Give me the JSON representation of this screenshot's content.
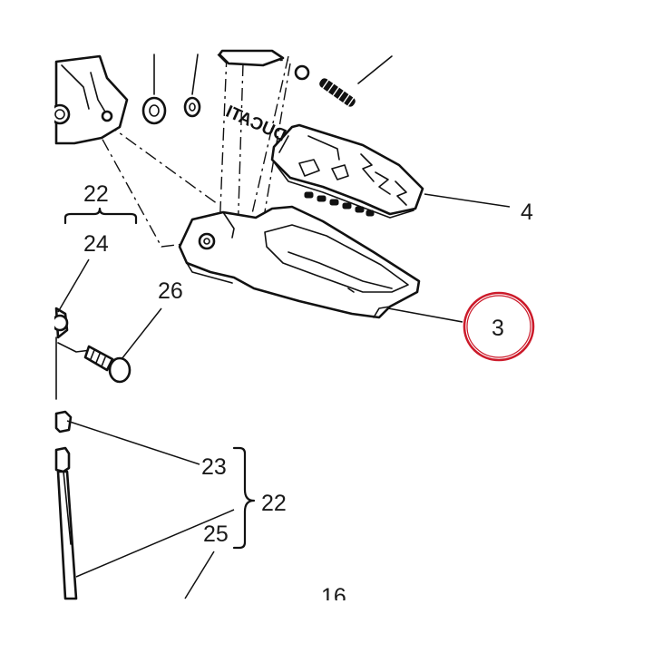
{
  "diagram": {
    "labels": {
      "top_left_bracket": "22",
      "below_bracket": "24",
      "screw": "26",
      "footrest_rubber": "4",
      "footrest_bracket": "3",
      "nut": "23",
      "right_group": "22",
      "bolt": "25",
      "bottom": "16"
    },
    "logo_text": "DUCATI",
    "highlight_color": "#cc1a2a",
    "line_color": "#111111",
    "background": "#ffffff"
  }
}
